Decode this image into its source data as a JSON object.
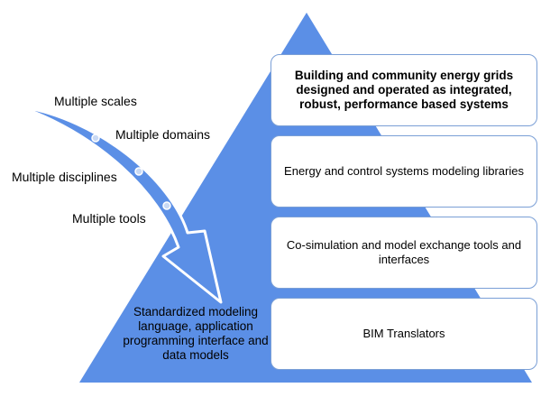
{
  "colors": {
    "pyramid": "#5b8fe6",
    "arrow_fill": "#5b8fe6",
    "arrow_stroke": "#ffffff",
    "box_border": "#7a9fd6"
  },
  "layers": [
    {
      "text": "Building and community energy grids designed and operated as integrated, robust, performance based systems",
      "bold": true
    },
    {
      "text": "Energy and control systems modeling libraries",
      "bold": false
    },
    {
      "text": "Co-simulation and model exchange tools and interfaces",
      "bold": false
    },
    {
      "text": "BIM Translators",
      "bold": false
    }
  ],
  "arrow_labels": [
    "Multiple scales",
    "Multiple domains",
    "Multiple disciplines",
    "Multiple tools"
  ],
  "base_label": "Standardized modeling language, application programming interface and data models"
}
